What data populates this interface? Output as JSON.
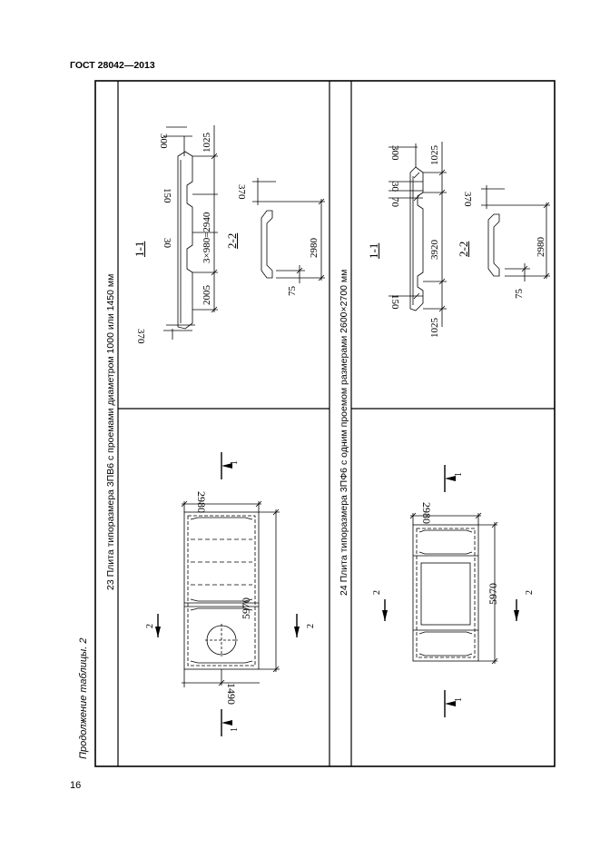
{
  "header": {
    "standard": "ГОСТ 28042—2013"
  },
  "page_number": "16",
  "table_continuation": "Продолжение таблицы. 2",
  "rows": [
    {
      "title": "23 Плита типоразмера 3ПВ6 с проемами диаметром 1000 или 1450 мм",
      "plan": {
        "length": "5970",
        "width": "2980",
        "opening_offset": "1490",
        "section1": "1",
        "section2": "2"
      },
      "section_1_1": {
        "label": "1-1",
        "d1": "370",
        "d2": "30",
        "d3": "150",
        "d4": "300",
        "d5": "2005",
        "d6": "3×980=2940",
        "d7": "1025"
      },
      "section_2_2": {
        "label": "2-2",
        "d1": "370",
        "d2": "2980",
        "d3": "75"
      }
    },
    {
      "title": "24 Плита типоразмера 3ПФ6 с одним проемом размерами 2600×2700 мм",
      "plan": {
        "length": "5970",
        "width": "2980",
        "section1": "1",
        "section2": "2"
      },
      "section_1_1": {
        "label": "1-1",
        "d1": "150",
        "d2": "70",
        "d3": "30",
        "d4": "300",
        "d5": "1025",
        "d6": "3920",
        "d7": "1025"
      },
      "section_2_2": {
        "label": "2-2",
        "d1": "370",
        "d2": "2980",
        "d3": "75"
      }
    }
  ]
}
